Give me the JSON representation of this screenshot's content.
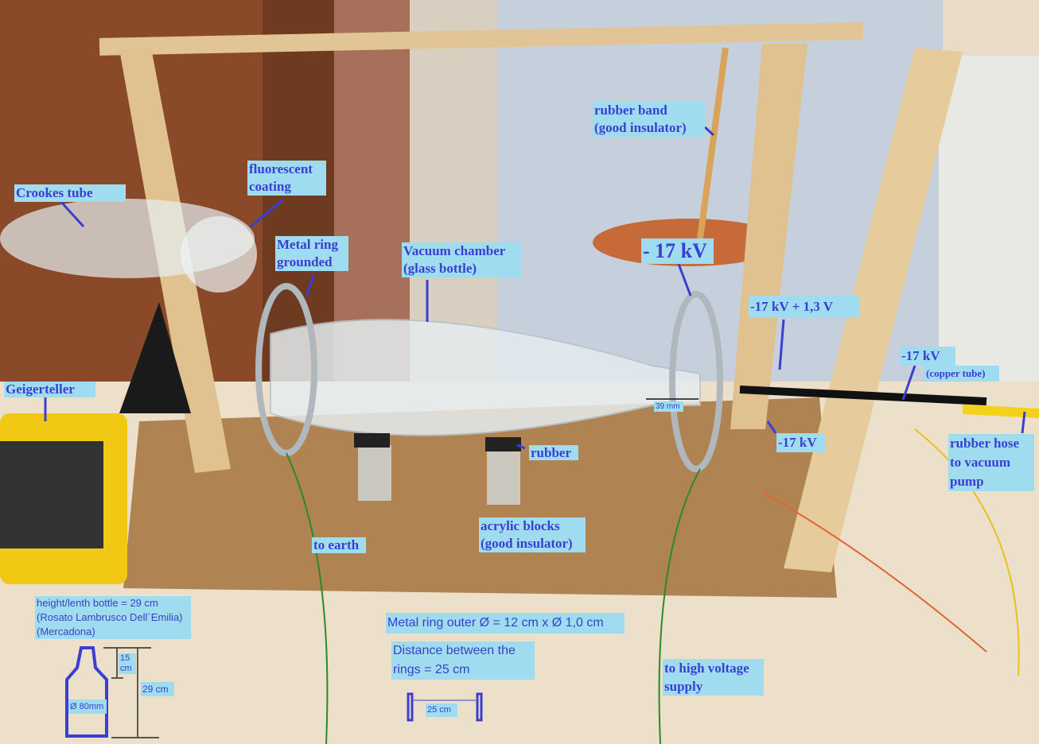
{
  "labels": {
    "crookes_tube": "Crookes tube",
    "fluorescent_coating": "fluorescent\ncoating",
    "metal_ring_grounded": "Metal ring\ngrounded",
    "vacuum_chamber": "Vacuum chamber\n(glass bottle)",
    "rubber_band": "rubber band\n(good insulator)",
    "minus_17kv_top": "- 17 kV",
    "minus_17kv_plus": "-17 kV + 1,3 V",
    "minus_17kv_copper": "-17 kV",
    "copper_tube": "(copper tube)",
    "rubber_hose": "rubber hose\nto vacuum\npump",
    "minus_17kv_lower": "-17 kV",
    "rubber": "rubber",
    "acrylic_blocks": "acrylic blocks\n(good insulator)",
    "to_earth": "to earth",
    "geigerteller": "Geigerteller",
    "to_high_voltage": "to high voltage\nsupply",
    "dim_39mm": "39 mm"
  },
  "notes": {
    "bottle_info": "height/lenth bottle = 29 cm\n(Rosato Lambrusco Dell´Emilia)\n(Mercadona)",
    "neck_15cm": "15\ncm",
    "height_29cm": "29 cm",
    "diameter_80mm": "Ø 80mm",
    "ring_outer": "Metal ring outer Ø = 12 cm  x Ø 1,0 cm",
    "distance_rings": "Distance between the\nrings = 25 cm",
    "dim_25cm": "25 cm"
  },
  "colors": {
    "label_bg": "#9fdcef",
    "label_text": "#3a3fd2"
  }
}
